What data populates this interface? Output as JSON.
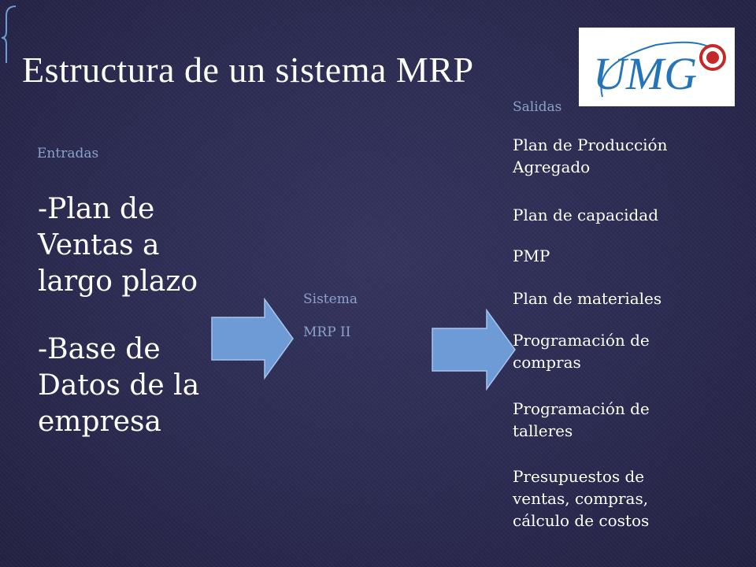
{
  "slide": {
    "title": "Estructura de un sistema MRP",
    "background_color": "#2e2d55",
    "accent_color": "#6f9bd8"
  },
  "logo": {
    "text": "UMG",
    "icon": "university-seal-logo",
    "colors": {
      "primary": "#2574b8",
      "secondary": "#c62828"
    }
  },
  "inputs": {
    "label": "Entradas",
    "items": [
      "-Plan de Ventas a largo plazo",
      "-Base de Datos de la empresa"
    ]
  },
  "system": {
    "label": "Sistema",
    "name": "MRP II"
  },
  "outputs": {
    "label": "Salidas",
    "items": [
      "Plan de Producción Agregado",
      "Plan de capacidad",
      "PMP",
      "Plan de materiales",
      "Programación  de compras",
      "Programación de talleres",
      "Presupuestos de ventas, compras, cálculo de costos"
    ]
  }
}
